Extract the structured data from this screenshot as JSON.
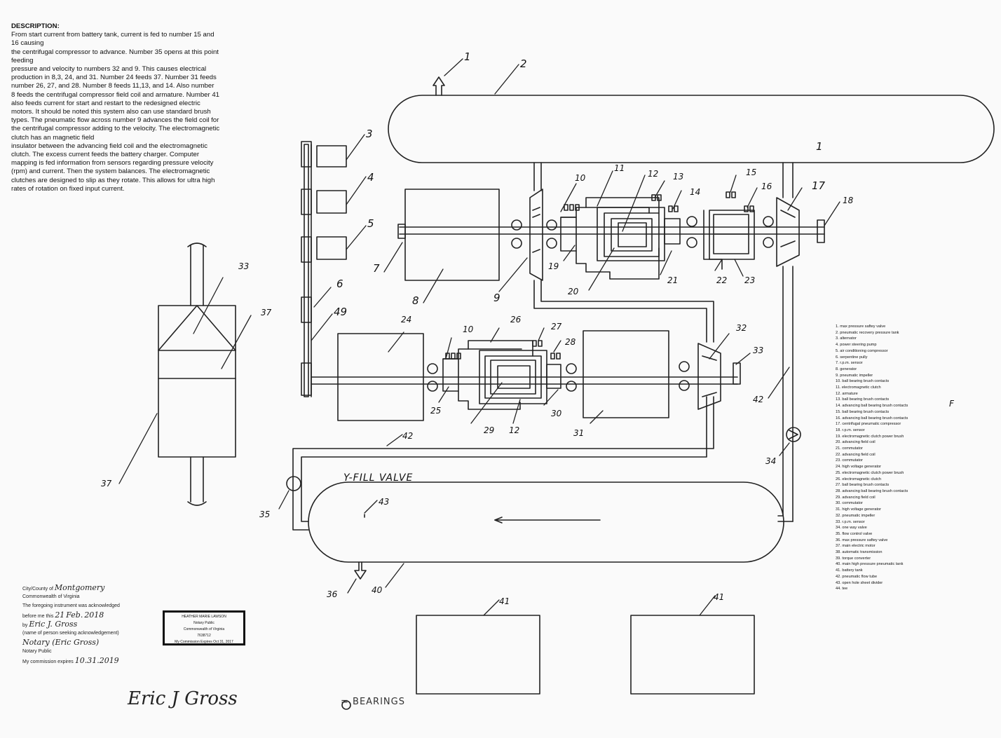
{
  "description": {
    "heading": "DESCRIPTION:",
    "lines": [
      "From start current from battery tank, current is fed to number 15 and",
      "16 causing",
      "the centrifugal compressor to advance.  Number 35 opens at this point",
      "feeding",
      "pressure and velocity to numbers 32 and 9.  This causes electrical",
      "production in 8,3, 24, and 31.   Number 24 feeds 37. Number 31 feeds",
      "number 26, 27, and 28. Number 8 feeds 11,13, and 14.  Also number",
      "8 feeds the centrifugal compressor field coil and armature.  Number 41",
      "also feeds current for start and restart to the redesigned electric",
      "motors. It should be noted this system also can use standard brush",
      "types.  The pneumatic flow across number 9 advances the field coil for",
      "the centrifugal compressor adding to the velocity.  The electromagnetic",
      "clutch has an magnetic field",
      "insulator between the advancing field coil and the electromagnetic",
      "clutch.  The excess current feeds the battery charger.  Computer",
      "mapping is fed information from sensors regarding pressure velocity",
      "(rpm)  and current.  Then the system balances. The electromagnetic",
      "clutches are designed to slip as they rotate. This allows for ultra high",
      "rates of rotation on fixed input current."
    ]
  },
  "labels": {
    "n1": "1",
    "n2": "2",
    "n1b": "1",
    "n3": "3",
    "n4": "4",
    "n5": "5",
    "n6": "6",
    "n7": "7",
    "n8": "8",
    "n9": "9",
    "n10": "10",
    "n11": "11",
    "n12": "12",
    "n13": "13",
    "n14": "14",
    "n15": "15",
    "n16": "16",
    "n17": "17",
    "n18": "18",
    "n19": "19",
    "n20": "20",
    "n21": "21",
    "n22": "22",
    "n23": "23",
    "n24": "24",
    "n10b": "10",
    "n26": "26",
    "n27": "27",
    "n28": "28",
    "n25": "25",
    "n29": "29",
    "n12b": "12",
    "n30": "30",
    "n31": "31",
    "n32": "32",
    "n33": "33",
    "n42a": "42",
    "n34": "34",
    "n42b": "42",
    "n43": "43",
    "n35": "35",
    "n36": "36",
    "n40": "40",
    "n33b": "33",
    "n37a": "37",
    "n37b": "37",
    "n49": "49",
    "n41a": "41",
    "n41b": "41",
    "fill_valve": "Y-FILL VALVE",
    "side_mark": "F"
  },
  "legend": [
    "1. max pressure saftey valve",
    "2. pneumatic recovery pressure tank",
    "3. alternator",
    "4. power steering pump",
    "5. air conditioning compressor",
    "6. serpentine pully",
    "7. r.p.m. sensor",
    "8. generator",
    "9. pneumatic impeller",
    "10. ball bearing brush contacts",
    "11. electromagnetic clutch",
    "12. armature",
    "13. ball bearing brush contacts",
    "14. advancing ball bearing brush contacts",
    "15. ball bearing brush contacts",
    "16. advancing ball bearing brush contacts",
    "17. centrifugal pneumatic compressor",
    "18. r.p.m. sensor",
    "19. electromagnetic clutch power brush",
    "20. advancing field coil",
    "21. commutator",
    "22. advancing field coil",
    "23. commutator",
    "24. high voltage generator",
    "25. electromagnetic clutch power brush",
    "26. electromagnetic clutch",
    "27. ball bearing brush contacts",
    "28. advancing ball bearing brush contacts",
    "29. advancing field coil",
    "30. commutator",
    "31. high voltage generator",
    "32. pneumatic impeller",
    "33. r.p.m. sensor",
    "34. one way valve",
    "35. flow control valve",
    "36. max pressure saftey valve",
    "37. main electric motor",
    "38. automatic transmission",
    "39. torque converter",
    "40. main high pressure pneumatic tank",
    "41. battery tank",
    "42. pneumatic flow tube",
    "43. open hole sheet divider",
    "44. tee"
  ],
  "notary": {
    "line1_label": "City/County of",
    "line1_value": "Montgomery",
    "line2": "Commonwealth of Virginia",
    "line3_label": "The foregoing instrument was acknowledged",
    "line4_label": "before me this",
    "line4_day": "21",
    "line4_month": "Feb.",
    "line4_year": "2018",
    "line5_label": "by",
    "line5_value": "Eric J. Gross",
    "line6": "(name of person seeking acknowledgement)",
    "line7_value": "Notary (Eric Gross)",
    "line8": "Notary Public",
    "line9_label": "My commission expires",
    "line9_value": "10.31.2019"
  },
  "stamp": {
    "line1": "HEATHER MARIE LAWSON",
    "line2": "Notary Public",
    "line3": "Commonwealth of Virginia",
    "line4": "7638712",
    "line5": "My Commission Expires Oct 31, 2017"
  },
  "signature": "Eric J Gross",
  "bearings_note": "= BEARINGS"
}
